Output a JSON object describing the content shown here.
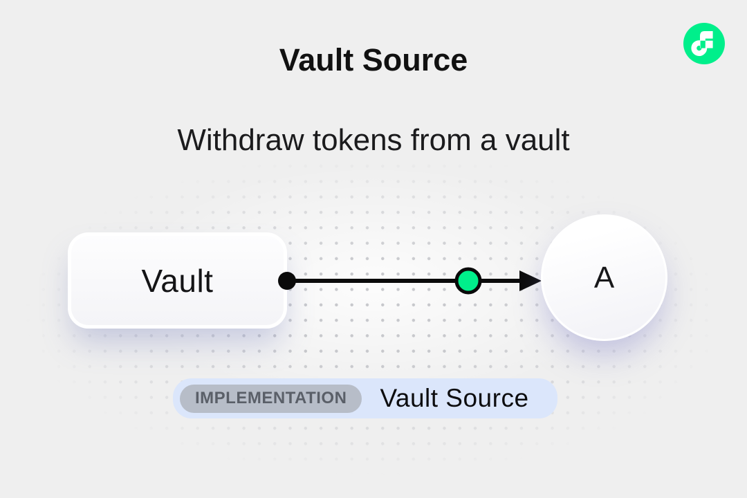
{
  "colors": {
    "background": "#EFEFEF",
    "accent_green": "#00EF8B",
    "badge_bg": "#DBE6FB",
    "tag_bg": "#B7BDC8",
    "tag_text": "#5A5F68",
    "dot_grid": "#C7C8CC",
    "text_primary": "#111111"
  },
  "header": {
    "title": "Vault Source",
    "subtitle": "Withdraw tokens from a vault"
  },
  "logo": {
    "icon": "flow-logo-icon"
  },
  "diagram": {
    "source_label": "Vault",
    "target_label": "A",
    "edge_markers": [
      "start-dot",
      "green-circle-marker",
      "arrowhead"
    ]
  },
  "footer_badge": {
    "tag": "IMPLEMENTATION",
    "label": "Vault Source"
  }
}
